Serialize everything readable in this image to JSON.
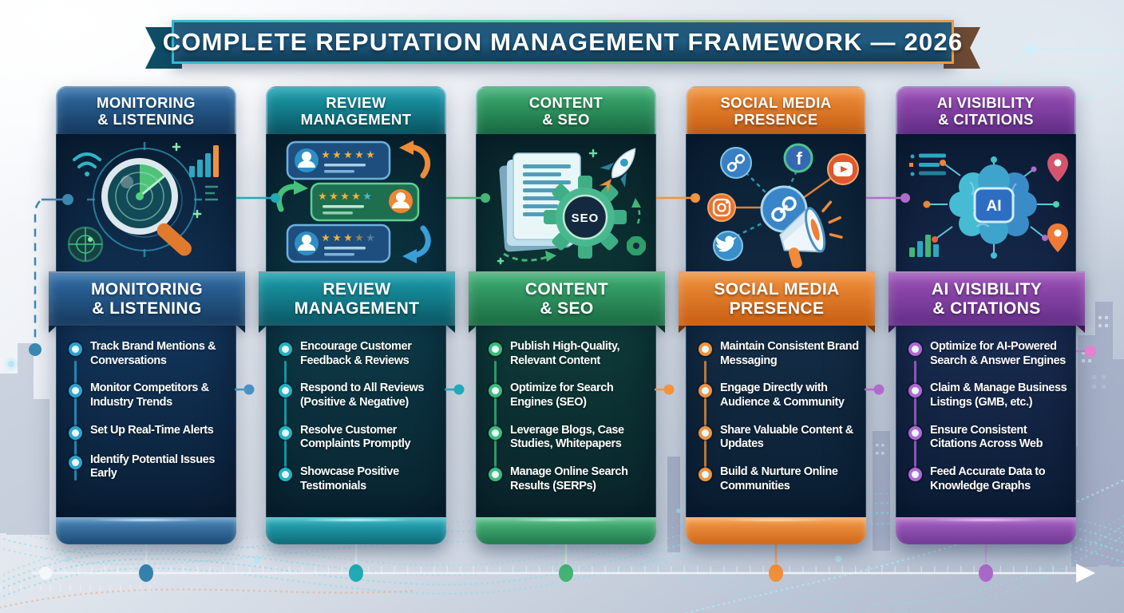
{
  "title": "COMPLETE REPUTATION MANAGEMENT FRAMEWORK — 2026",
  "columns": [
    {
      "key": "monitoring-listening",
      "header": "MONITORING\n& LISTENING",
      "accent_color": "#2fa3cf",
      "icon": "radar-magnifier-analytics-icon",
      "items": [
        "Track Brand Mentions & Conversations",
        "Monitor Competitors & Industry Trends",
        "Set Up Real-Time Alerts",
        "Identify Potential Issues Early"
      ]
    },
    {
      "key": "review-management",
      "header": "REVIEW\nMANAGEMENT",
      "accent_color": "#1fb4c2",
      "icon": "review-cards-stars-icon",
      "ratings_shown": [
        5,
        4,
        3
      ],
      "items": [
        "Encourage Customer Feedback & Reviews",
        "Respond to All Reviews (Positive & Negative)",
        "Resolve Customer Complaints Promptly",
        "Showcase Positive Testimonials"
      ]
    },
    {
      "key": "content-seo",
      "header": "CONTENT\n& SEO",
      "accent_color": "#3dbb7a",
      "icon": "documents-gear-rocket-icon",
      "gear_label": "SEO",
      "items": [
        "Publish High-Quality, Relevant Content",
        "Optimize for Search Engines (SEO)",
        "Leverage Blogs, Case Studies, Whitepapers",
        "Manage Online Search Results (SERPs)"
      ]
    },
    {
      "key": "social-media-presence",
      "header": "SOCIAL MEDIA\nPRESENCE",
      "accent_color": "#ef9440",
      "icon": "social-network-megaphone-icon",
      "facebook_glyph": "f",
      "items": [
        "Maintain Consistent Brand Messaging",
        "Engage Directly with Audience & Community",
        "Share Valuable Content & Updates",
        "Build & Nurture Online Communities"
      ]
    },
    {
      "key": "ai-visibility-citations",
      "header": "AI VISIBILITY\n& CITATIONS",
      "accent_color": "#b468d4",
      "icon": "ai-brain-chip-icon",
      "chip_label": "AI",
      "items": [
        "Optimize for AI-Powered Search & Answer Engines",
        "Claim & Manage Business Listings (GMB, etc.)",
        "Ensure Consistent Citations Across Web",
        "Feed Accurate Data to Knowledge Graphs"
      ]
    }
  ],
  "timeline": {
    "dot_colors": [
      "#3581ad",
      "#21a9b6",
      "#43b274",
      "#ef8f3a",
      "#a968c8"
    ],
    "start_dot_color": "#f4f8fb",
    "arrow_color": "#ffffff"
  }
}
